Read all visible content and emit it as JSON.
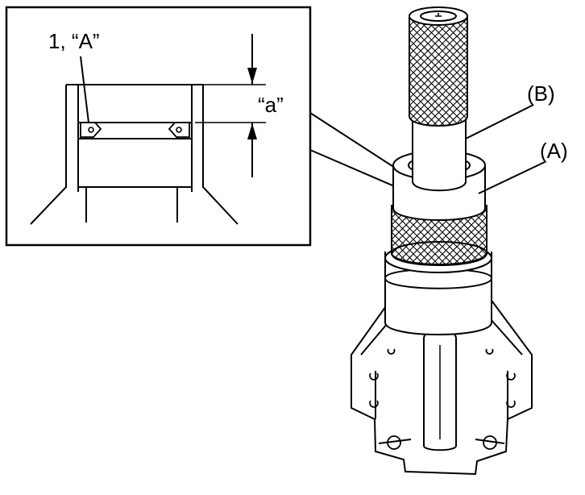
{
  "labels": {
    "part_and_grease": "1, “A”",
    "dimension": "“a”",
    "tool_a": "(A)",
    "tool_b": "(B)"
  },
  "colors": {
    "line": "#000000",
    "background": "#ffffff",
    "knurl": "#000000"
  }
}
